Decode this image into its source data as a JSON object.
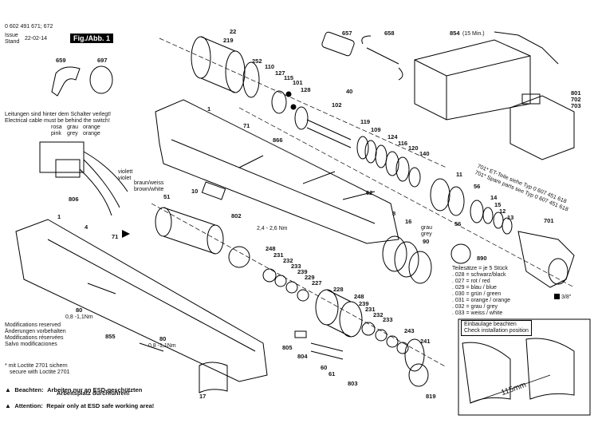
{
  "header": {
    "doc_number": "0 602 491 671; 672",
    "issue_label": "Issue",
    "stand_label": "Stand",
    "issue_date": "22-02-14",
    "fig_label": "Fig./Abb. 1"
  },
  "part_labels": {
    "p22": "22",
    "p219": "219",
    "p252": "252",
    "p110": "110",
    "p127": "127",
    "p115": "115",
    "p101": "101",
    "p128": "128",
    "p40": "40",
    "p102": "102",
    "p119": "119",
    "p109": "109",
    "p124": "124",
    "p116": "116",
    "p120": "120",
    "p140": "140",
    "p657": "657",
    "p658": "658",
    "p854": "854",
    "p854_note": "(15 Min.)",
    "p801": "801",
    "p702": "702",
    "p703": "703",
    "p659": "659",
    "p697": "697",
    "p1": "1",
    "p71a": "71",
    "p866": "866",
    "p10": "10",
    "p51": "51",
    "p62": "62",
    "p11": "11",
    "p56a": "56",
    "p14": "14",
    "p15": "15",
    "p12": "12",
    "p13": "13",
    "p56b": "56",
    "p701": "701",
    "p806": "806",
    "p4": "4",
    "p71b": "71",
    "p802": "802",
    "p248a": "248",
    "p231a": "231",
    "p232a": "232",
    "p233a": "233",
    "p239a": "239",
    "p229": "229",
    "p227": "227",
    "p228": "228",
    "p248b": "248",
    "p239b": "239",
    "p231b": "231",
    "p232b": "232",
    "p233b": "233",
    "p243": "243",
    "p241": "241",
    "p8": "8",
    "p16": "16",
    "p90": "90",
    "p890": "890",
    "p80a": "80",
    "p855": "855",
    "p80b": "80",
    "p805": "805",
    "p804": "804",
    "p60": "60",
    "p61": "61",
    "p803": "803",
    "p819": "819",
    "p17": "17"
  },
  "annotations": {
    "torque_range": "2,4 - 2,6 Nm",
    "torque_a": "0,8 -1,1Nm",
    "torque_b": "0,8 -1,1Nm",
    "grau": "grau",
    "grey": "grey",
    "leitungen_de": "Leitungen sind hinter dem Schalter verlegt!",
    "leitungen_en": "Electrical cable must be behind the switch!",
    "wires_de": [
      "rosa",
      "grau",
      "orange"
    ],
    "wires_en": [
      "pink",
      "grey",
      "orange"
    ],
    "violett": "violett",
    "violet": "violet",
    "braun_weiss": "braun/weiss",
    "brown_white": "brown/white",
    "et_teile_1": "701* ET-Teile siehe  Typ  0 607 451 618",
    "et_teile_2": "701* Spare parts see  Typ  0 607 451 618",
    "drive": "3/8\"",
    "einbau_de": "Einbaulage beachten",
    "einbau_en": "Check installation position",
    "dimension": "115mm"
  },
  "spring_kits": {
    "header_de": "Teilesätze = je 5 Stück",
    "items": [
      ". 028 = schwarz/black",
      ". 027 = rot / red",
      ". 029 = blau / blue",
      ". 030 = grün / green",
      ". 031 = orange / orange",
      ". 032 = grau / grey",
      ". 033 = weiss / white"
    ]
  },
  "notes": {
    "modifications": [
      "Modifications reserved",
      "Änderungen vorbehalten",
      "Modifications réservées",
      "Salvo modificaciones"
    ],
    "loctite_de": "* mit Loctite 2701 sichern",
    "loctite_en": "secure with Loctite 2701",
    "beachten_label": "Beachten:",
    "beachten_text1": "Arbeiten nur an ESD-geschützten",
    "beachten_text2": "Arbeitsplatz durchführen!",
    "attention_label": "Attention:",
    "attention_text": "Repair only at ESD safe working area!"
  }
}
